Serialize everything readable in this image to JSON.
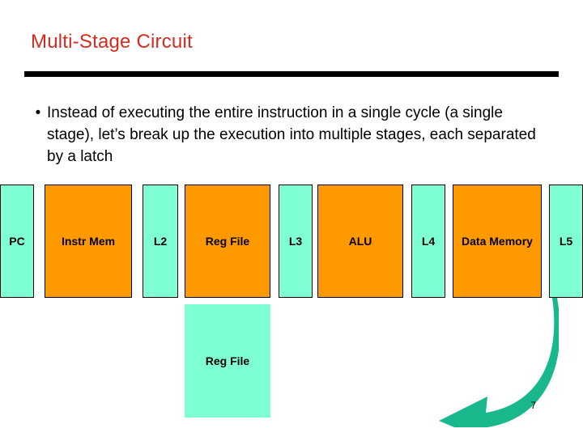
{
  "slide": {
    "title": "Multi-Stage Circuit",
    "bullet": {
      "marker": "•",
      "text": "Instead of executing the entire instruction in a single cycle (a single stage), let’s break up the execution into multiple stages, each separated by a latch"
    },
    "page_number": "7",
    "colors": {
      "title": "#d52b1e",
      "rule": "#000000",
      "latch": "#7fffd4",
      "stage": "#ff9900",
      "arrow": "#19b88c"
    },
    "diagram": {
      "blocks": [
        {
          "label": "PC",
          "kind": "latch"
        },
        {
          "label": "Instr Mem",
          "kind": "stage"
        },
        {
          "label": "L2",
          "kind": "latch"
        },
        {
          "label": "Reg File",
          "kind": "stage"
        },
        {
          "label": "L3",
          "kind": "latch"
        },
        {
          "label": "ALU",
          "kind": "stage"
        },
        {
          "label": "L4",
          "kind": "latch"
        },
        {
          "label": "Data Memory",
          "kind": "stage"
        },
        {
          "label": "L5",
          "kind": "latch"
        }
      ],
      "lower_block": {
        "label": "Reg File",
        "kind": "latch"
      },
      "feedback_arrow_name": "writeback-arrow"
    }
  }
}
